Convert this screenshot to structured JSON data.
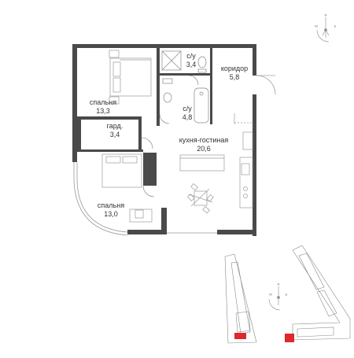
{
  "rooms": [
    {
      "name": "спальня",
      "area": "13,3"
    },
    {
      "name": "гард.",
      "area": "3,4"
    },
    {
      "name": "с/у",
      "area": "3,4"
    },
    {
      "name": "с/у",
      "area": "4,8"
    },
    {
      "name": "коридор",
      "area": "5,8"
    },
    {
      "name": "кухня-гостиная",
      "area": "20,6"
    },
    {
      "name": "спальня",
      "area": "13,0"
    }
  ],
  "compass": {
    "north": "N",
    "west": "W",
    "east": "E"
  },
  "colors": {
    "wall": "#4a4a4a",
    "furniture": "#9a9a9a",
    "highlight": "#e1262d",
    "site_plan": "#8a8a8a"
  }
}
